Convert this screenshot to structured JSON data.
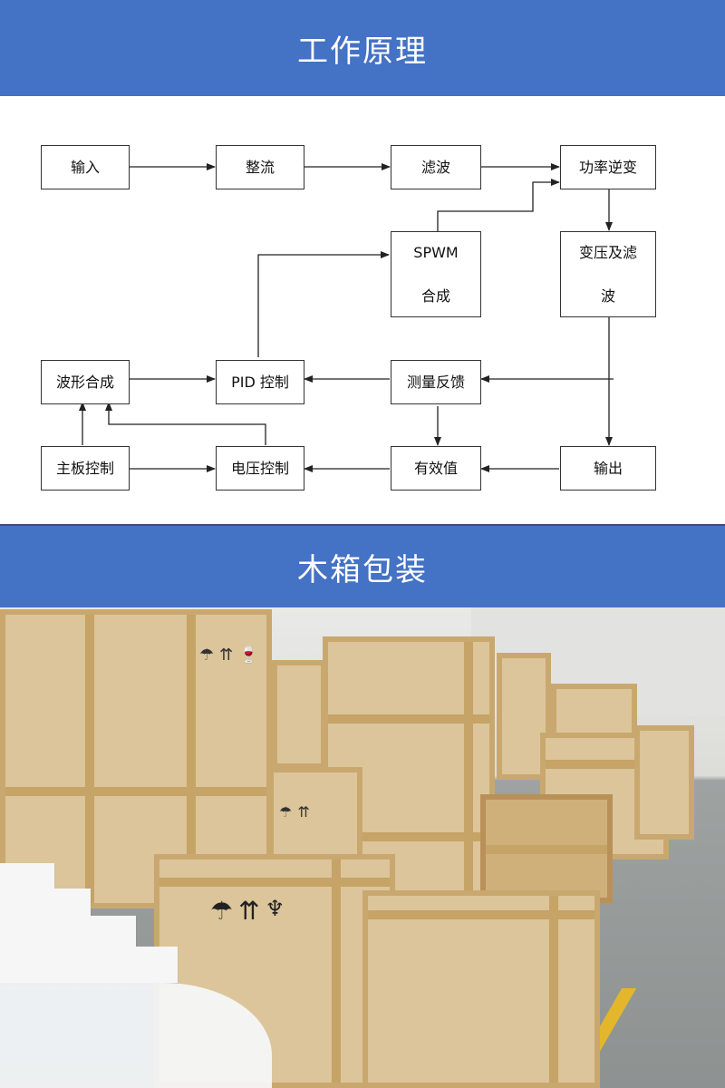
{
  "sections": {
    "principle_title": "工作原理",
    "packaging_title": "木箱包装"
  },
  "diagram": {
    "nodes": {
      "input": "输入",
      "rectify": "整流",
      "filter": "滤波",
      "inverter": "功率逆变",
      "spwm_line1": "SPWM",
      "spwm_line2": "合成",
      "transformer_line1": "变压及滤",
      "transformer_line2": "波",
      "waveform": "波形合成",
      "pid": "PID 控制",
      "measure": "测量反馈",
      "mainboard": "主板控制",
      "voltage": "电压控制",
      "effective": "有效值",
      "output": "输出"
    }
  },
  "photo": {
    "subject": "wooden crates",
    "colors": {
      "banner": "#4472c4",
      "wood": "#dcc59a",
      "floor_line": "#e4b62b"
    }
  }
}
